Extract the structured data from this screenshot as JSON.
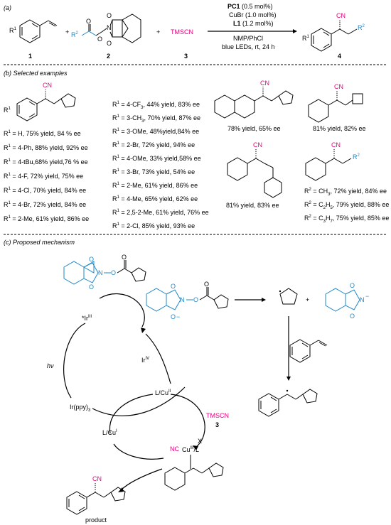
{
  "panel_a": {
    "label": "(a)",
    "reagent_r1": "R",
    "reagent_r1_sup": "1",
    "reagent_r2": "R",
    "reagent_r2_sup": "2",
    "reagent3": "TMSCN",
    "num1": "1",
    "num2": "2",
    "num3": "3",
    "num4": "4",
    "plus": "+",
    "cond1_b": "PC1",
    "cond1": " (0.5 mol%)",
    "cond2": "CuBr (1.0 mol%)",
    "cond3_b": "L1",
    "cond3": " (1.2 mol%)",
    "cond4": "NMP/PhCl",
    "cond5": "blue LEDs, rt, 24 h",
    "product_cn": "CN",
    "product_r1": "R",
    "product_r1_sup": "1",
    "product_r2": "R",
    "product_r2_sup": "2"
  },
  "panel_b": {
    "label": "(b) Selected examples",
    "cn": "CN",
    "col1": [
      {
        "r": "R",
        "sup": "1",
        "text": " = H, 75% yield, 84 % ee"
      },
      {
        "r": "R",
        "sup": "1",
        "text": " = 4-Ph, 88% yield, 92% ee"
      },
      {
        "r": "R",
        "sup": "1",
        "text": " = 4-tBu,68% yield,76 % ee"
      },
      {
        "r": "R",
        "sup": "1",
        "text": " = 4-F, 72% yield, 75% ee"
      },
      {
        "r": "R",
        "sup": "1",
        "text": " = 4-Cl, 70% yield, 84% ee"
      },
      {
        "r": "R",
        "sup": "1",
        "text": " = 4-Br, 72% yield, 84% ee"
      },
      {
        "r": "R",
        "sup": "1",
        "text": " = 2-Me, 61% yield, 86% ee"
      }
    ],
    "col2": [
      {
        "r": "R",
        "sup": "1",
        "text": " = 4-CF",
        "sub": "3",
        "text2": ", 44% yield, 83% ee"
      },
      {
        "r": "R",
        "sup": "1",
        "text": " = 3-CH",
        "sub": "3",
        "text2": ", 70% yield, 87% ee"
      },
      {
        "r": "R",
        "sup": "1",
        "text": " = 3-OMe, 48%yield,84% ee",
        "sub": "",
        "text2": ""
      },
      {
        "r": "R",
        "sup": "1",
        "text": " = 2-Br, 72% yield, 94% ee",
        "sub": "",
        "text2": ""
      },
      {
        "r": "R",
        "sup": "1",
        "text": " = 4-OMe, 33% yield,58% ee",
        "sub": "",
        "text2": ""
      },
      {
        "r": "R",
        "sup": "1",
        "text": " = 3-Br, 73% yield, 54% ee",
        "sub": "",
        "text2": ""
      },
      {
        "r": "R",
        "sup": "1",
        "text": " = 2-Me, 61% yield, 86% ee",
        "sub": "",
        "text2": ""
      },
      {
        "r": "R",
        "sup": "1",
        "text": " = 4-Me, 65% yield, 62% ee",
        "sub": "",
        "text2": ""
      },
      {
        "r": "R",
        "sup": "1",
        "text": " = 2,5-2-Me, 61% yield, 76% ee",
        "sub": "",
        "text2": ""
      },
      {
        "r": "R",
        "sup": "1",
        "text": " = 2-Cl, 85% yield, 93% ee",
        "sub": "",
        "text2": ""
      }
    ],
    "ex_naph": "78% yield, 65% ee",
    "ex_cbu": "81% yield, 82% ee",
    "ex_chain": "81% yield, 83% ee",
    "ex_r2_label": "R",
    "ex_r2_sup": "2",
    "col4": [
      {
        "r": "R",
        "sup": "2",
        "text": " = CH",
        "sub": "3",
        "text2": ", 72% yield, 84% ee"
      },
      {
        "r": "R",
        "sup": "2",
        "text": " = C",
        "sub": "2",
        "text2": "H",
        "sub2": "5",
        "text3": ", 79% yield, 88% ee"
      },
      {
        "r": "R",
        "sup": "2",
        "text": " = C",
        "sub": "3",
        "text2": "H",
        "sub2": "7",
        "text3": ", 75% yield, 85% ee"
      }
    ]
  },
  "panel_c": {
    "label": "(c) Proposed mechanism",
    "ir3_star": "*Ir",
    "ir3_sup": "III",
    "ir4": "Ir",
    "ir4_sup": "IV",
    "hv": "hν",
    "irppy": "Ir(ppy)",
    "irppy_sub": "3",
    "lcu2": "L/Cu",
    "lcu2_sup": "II",
    "lcu1": "L/Cu",
    "lcu1_sup": "I",
    "tmscn": "TMSCN",
    "num3": "3",
    "plus": "+",
    "nc": "NC",
    "x": "X",
    "cu3": "Cu",
    "cu3_sup": "III",
    "cu3_l": "/L",
    "cn": "CN",
    "product": "product",
    "n_minus": "N",
    "minus": "−",
    "o": "O",
    "n": "N"
  }
}
